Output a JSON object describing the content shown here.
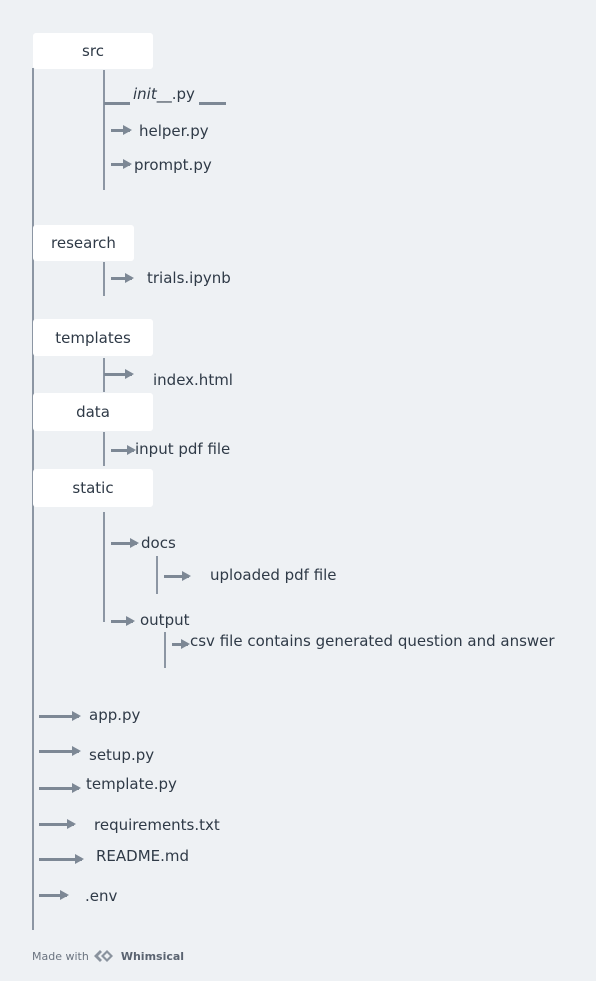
{
  "folders": {
    "src": "src",
    "research": "research",
    "templates": "templates",
    "data": "data",
    "static": "static"
  },
  "src_files": {
    "init_pre": "__",
    "init_name": "init",
    "init_post": "__.py",
    "helper": "helper.py",
    "prompt": "prompt.py"
  },
  "research_files": {
    "trials": "trials.ipynb"
  },
  "templates_files": {
    "index": "index.html"
  },
  "data_files": {
    "input": "input pdf file"
  },
  "static_files": {
    "docs": "docs",
    "uploaded": "uploaded pdf file",
    "output": "output",
    "csv": "csv file contains generated question and answer"
  },
  "root_files": {
    "app": "app.py",
    "setup": "setup.py",
    "template": "template.py",
    "requirements": "requirements.txt",
    "readme": "README.md",
    "env": ".env"
  },
  "footer": {
    "prefix": "Made with",
    "brand": "Whimsical"
  },
  "colors": {
    "line": "#8c96a3",
    "arrow": "#7d8895",
    "box": "#ffffff",
    "background": "#eef1f4"
  }
}
